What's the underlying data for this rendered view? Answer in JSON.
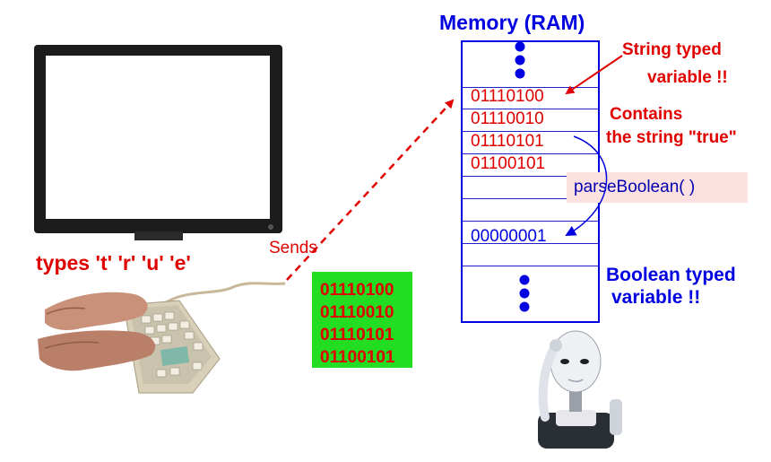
{
  "memory": {
    "title": "Memory (RAM)",
    "string_cells": [
      "01110100",
      "01110010",
      "01110101",
      "01100101"
    ],
    "boolean_cell": "00000001"
  },
  "annotations": {
    "string_label_1": "String typed",
    "string_label_2": "variable !!",
    "contains_1": "Contains",
    "contains_2": "the string \"true\"",
    "method": "parseBoolean( )",
    "boolean_label_1": "Boolean typed",
    "boolean_label_2": "variable !!"
  },
  "user": {
    "types_label": "types 't' 'r' 'u' 'e'",
    "sends_label": "Sends"
  },
  "transmission": {
    "bits": [
      "01110100",
      "01110010",
      "01110101",
      "01100101"
    ]
  },
  "colors": {
    "red": "#e00000",
    "blue": "#0000e0",
    "green_box": "#22dd22",
    "method_bg": "#fde0e0"
  }
}
